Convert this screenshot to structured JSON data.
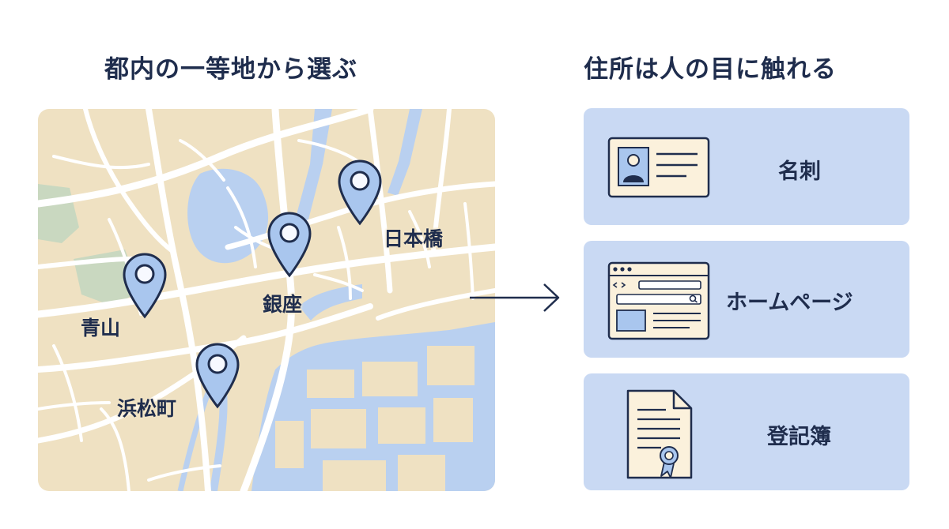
{
  "left_panel": {
    "heading": "都内の一等地から選ぶ",
    "locations": [
      {
        "id": "aoyama",
        "label": "青山"
      },
      {
        "id": "ginza",
        "label": "銀座"
      },
      {
        "id": "nihonbashi",
        "label": "日本橋"
      },
      {
        "id": "hamamatsucho",
        "label": "浜松町"
      }
    ]
  },
  "right_panel": {
    "heading": "住所は人の目に触れる",
    "cards": [
      {
        "id": "meishi",
        "label": "名刺",
        "icon": "business-card-icon"
      },
      {
        "id": "homepage",
        "label": "ホームページ",
        "icon": "browser-window-icon"
      },
      {
        "id": "tokibo",
        "label": "登記簿",
        "icon": "certificate-document-icon"
      }
    ]
  },
  "colors": {
    "navy": "#1f2d4d",
    "map_land": "#efe1c2",
    "map_water": "#b9d0f0",
    "map_park": "#c9d8c0",
    "pin_fill": "#a9c6ee",
    "card_bg": "#c9d9f3",
    "card_cream": "#fbf1dc"
  }
}
